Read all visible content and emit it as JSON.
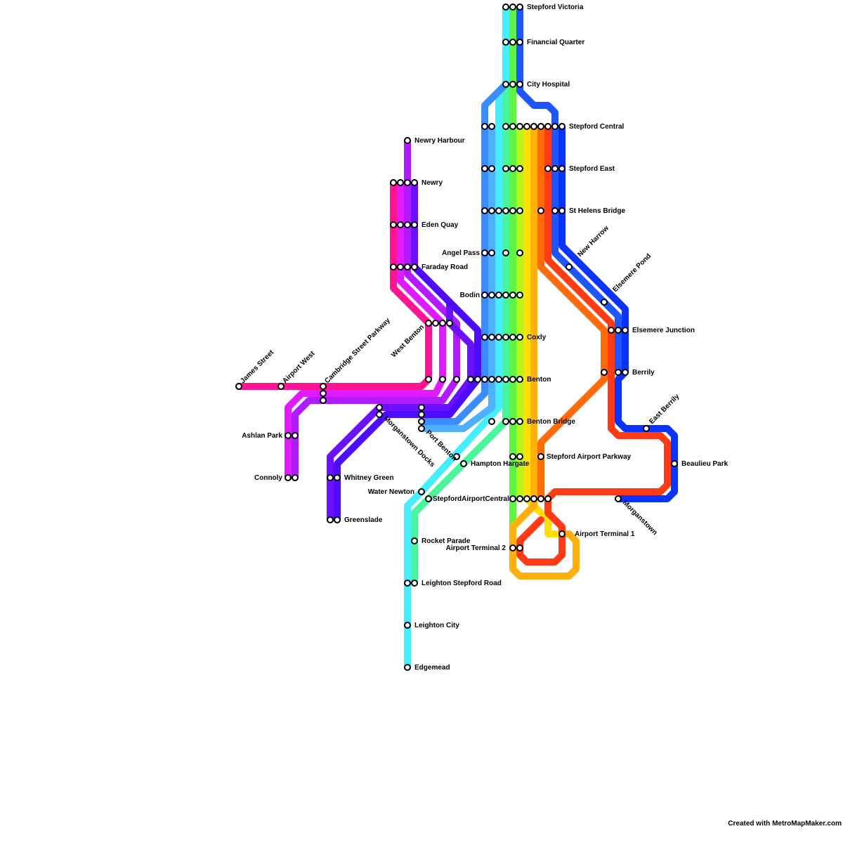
{
  "credit": "Created with MetroMapMaker.com",
  "colors": {
    "magenta": "#ff1493",
    "pink-violet": "#e11bff",
    "purple": "#b01bff",
    "indigo": "#6a11ff",
    "deep-indigo": "#4e0cff",
    "sky-blue": "#4fb0ff",
    "light-blue": "#3a8dff",
    "cyan": "#45eeff",
    "mint": "#48f59d",
    "green": "#5ef542",
    "lime": "#b8f51b",
    "yellow": "#ffde0a",
    "amber": "#ffb00a",
    "orange": "#ff6a0a",
    "red-orange": "#ff3a14",
    "blue": "#1f55ff",
    "royal-blue": "#0a33ff"
  },
  "lines": [
    {
      "color": "cyan",
      "stations": [
        "Stepford Victoria",
        "Financial Quarter",
        "City Hospital",
        "Stepford Central",
        "Stepford East",
        "St Helens Bridge",
        "Angel Pass",
        "Bodin",
        "Coxly",
        "Benton",
        "Benton Bridge",
        "Hampton Hargate",
        "Water Newton",
        "Rocket Parade",
        "Leighton Stepford Road",
        "Leighton City",
        "Edgemead"
      ]
    },
    {
      "color": "mint",
      "stations": [
        "Stepford Victoria",
        "Financial Quarter",
        "City Hospital",
        "Stepford Central",
        "Bodin",
        "Benton",
        "Benton Bridge",
        "StepfordAirportCentral",
        "Rocket Parade",
        "Leighton Stepford Road"
      ]
    },
    {
      "color": "light-blue",
      "stations": [
        "City Hospital",
        "Stepford Central",
        "Angel Pass",
        "Bodin",
        "Coxly",
        "Benton",
        "Port Benton",
        "Morganstown Docks"
      ]
    },
    {
      "color": "green",
      "stations": [
        "Stepford Central",
        "Stepford East",
        "St Helens Bridge",
        "Bodin",
        "Coxly",
        "Benton",
        "Benton Bridge",
        "StepfordAirportCentral",
        "Airport Terminal 2"
      ]
    },
    {
      "color": "yellow",
      "stations": [
        "Stepford Central",
        "Coxly",
        "Benton",
        "Benton Bridge",
        "StepfordAirportCentral",
        "Airport Terminal 1"
      ]
    },
    {
      "color": "amber",
      "stations": [
        "Stepford Central",
        "StepfordAirportCentral",
        "Airport Terminal 2",
        "Airport Terminal 1"
      ]
    },
    {
      "color": "orange",
      "stations": [
        "Stepford Central",
        "St Helens Bridge",
        "New Harrow",
        "Elsemere Pond",
        "Elsemere Junction",
        "Berrily",
        "Stepford Airport Parkway",
        "StepfordAirportCentral"
      ]
    },
    {
      "color": "red-orange",
      "stations": [
        "Stepford Central",
        "Stepford East",
        "Elsemere Junction",
        "East Berrily",
        "Beaulieu Park",
        "Morganstown",
        "StepfordAirportCentral",
        "Airport Terminal 1",
        "Airport Terminal 2"
      ]
    },
    {
      "color": "blue",
      "stations": [
        "Stepford Victoria",
        "Financial Quarter",
        "City Hospital",
        "Stepford Central",
        "Stepford East",
        "St Helens Bridge",
        "New Harrow",
        "Elsemere Junction",
        "Berrily",
        "East Berrily",
        "Beaulieu Park",
        "Morganstown"
      ]
    },
    {
      "color": "magenta",
      "stations": [
        "Newry",
        "Eden Quay",
        "Faraday Road",
        "West Benton",
        "James Street",
        "Airport West",
        "Cambridge Street Parkway"
      ]
    },
    {
      "color": "pink-violet",
      "stations": [
        "Newry",
        "Eden Quay",
        "Faraday Road",
        "West Benton",
        "Cambridge Street Parkway",
        "Ashlan Park",
        "Connoly"
      ]
    },
    {
      "color": "purple",
      "stations": [
        "Newry Harbour",
        "Newry",
        "Eden Quay",
        "Faraday Road",
        "West Benton",
        "Cambridge Street Parkway",
        "Ashlan Park",
        "Connoly"
      ]
    },
    {
      "color": "indigo",
      "stations": [
        "Newry",
        "Eden Quay",
        "Faraday Road",
        "West Benton",
        "Benton",
        "Morganstown Docks",
        "Whitney Green",
        "Greenslade"
      ]
    }
  ],
  "stations": [
    {
      "id": "stepford-victoria",
      "name": "Stepford Victoria"
    },
    {
      "id": "financial-quarter",
      "name": "Financial Quarter"
    },
    {
      "id": "city-hospital",
      "name": "City Hospital"
    },
    {
      "id": "stepford-central",
      "name": "Stepford Central"
    },
    {
      "id": "stepford-east",
      "name": "Stepford East"
    },
    {
      "id": "st-helens-bridge",
      "name": "St Helens Bridge"
    },
    {
      "id": "angel-pass",
      "name": "Angel Pass"
    },
    {
      "id": "bodin",
      "name": "Bodin"
    },
    {
      "id": "coxly",
      "name": "Coxly"
    },
    {
      "id": "benton",
      "name": "Benton"
    },
    {
      "id": "benton-bridge",
      "name": "Benton Bridge"
    },
    {
      "id": "hampton-hargate",
      "name": "Hampton Hargate"
    },
    {
      "id": "stepford-airport-parkway",
      "name": "Stepford Airport Parkway"
    },
    {
      "id": "water-newton",
      "name": "Water Newton"
    },
    {
      "id": "stepford-airport-central",
      "name": "StepfordAirportCentral"
    },
    {
      "id": "rocket-parade",
      "name": "Rocket Parade"
    },
    {
      "id": "airport-terminal-2",
      "name": "Airport Terminal 2"
    },
    {
      "id": "airport-terminal-1",
      "name": "Airport Terminal 1"
    },
    {
      "id": "leighton-stepford-road",
      "name": "Leighton Stepford Road"
    },
    {
      "id": "leighton-city",
      "name": "Leighton City"
    },
    {
      "id": "edgemead",
      "name": "Edgemead"
    },
    {
      "id": "newry-harbour",
      "name": "Newry Harbour"
    },
    {
      "id": "newry",
      "name": "Newry"
    },
    {
      "id": "eden-quay",
      "name": "Eden Quay"
    },
    {
      "id": "faraday-road",
      "name": "Faraday Road"
    },
    {
      "id": "west-benton",
      "name": "West Benton"
    },
    {
      "id": "james-street",
      "name": "James Street"
    },
    {
      "id": "airport-west",
      "name": "Airport West"
    },
    {
      "id": "cambridge-street-parkway",
      "name": "Cambridge Street Parkway"
    },
    {
      "id": "ashlan-park",
      "name": "Ashlan Park"
    },
    {
      "id": "connoly",
      "name": "Connoly"
    },
    {
      "id": "morganstown-docks",
      "name": "Morganstown Docks"
    },
    {
      "id": "port-benton",
      "name": "Port Benton"
    },
    {
      "id": "whitney-green",
      "name": "Whitney Green"
    },
    {
      "id": "greenslade",
      "name": "Greenslade"
    },
    {
      "id": "new-harrow",
      "name": "New Harrow"
    },
    {
      "id": "elsemere-pond",
      "name": "Elsemere Pond"
    },
    {
      "id": "elsemere-junction",
      "name": "Elsemere Junction"
    },
    {
      "id": "berrily",
      "name": "Berrily"
    },
    {
      "id": "east-berrily",
      "name": "East Berrily"
    },
    {
      "id": "beaulieu-park",
      "name": "Beaulieu Park"
    },
    {
      "id": "morganstown",
      "name": "Morganstown"
    }
  ]
}
